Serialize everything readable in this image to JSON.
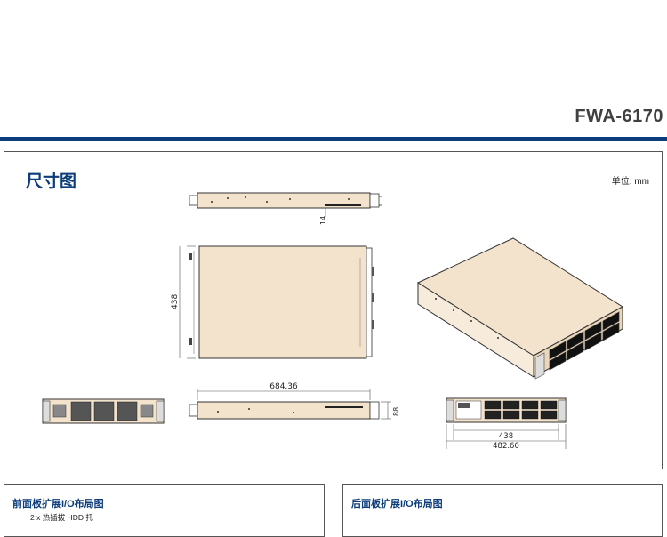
{
  "header": {
    "model": "FWA-6170"
  },
  "dimensions": {
    "title": "尺寸图",
    "unit_label": "单位: mm",
    "labels": {
      "top_thickness": "14",
      "depth": "438",
      "length": "684.36",
      "height": "88",
      "front_inner_width": "438",
      "front_outer_width": "482.60"
    }
  },
  "front_io": {
    "title": "前面板扩展I/O布局图",
    "item": "2 x 热插拔 HDD 托"
  },
  "rear_io": {
    "title": "后面板扩展I/O布局图"
  },
  "colors": {
    "accent": "#0c3c7a",
    "chassis_fill": "#f3e3cd",
    "line": "#333333"
  }
}
